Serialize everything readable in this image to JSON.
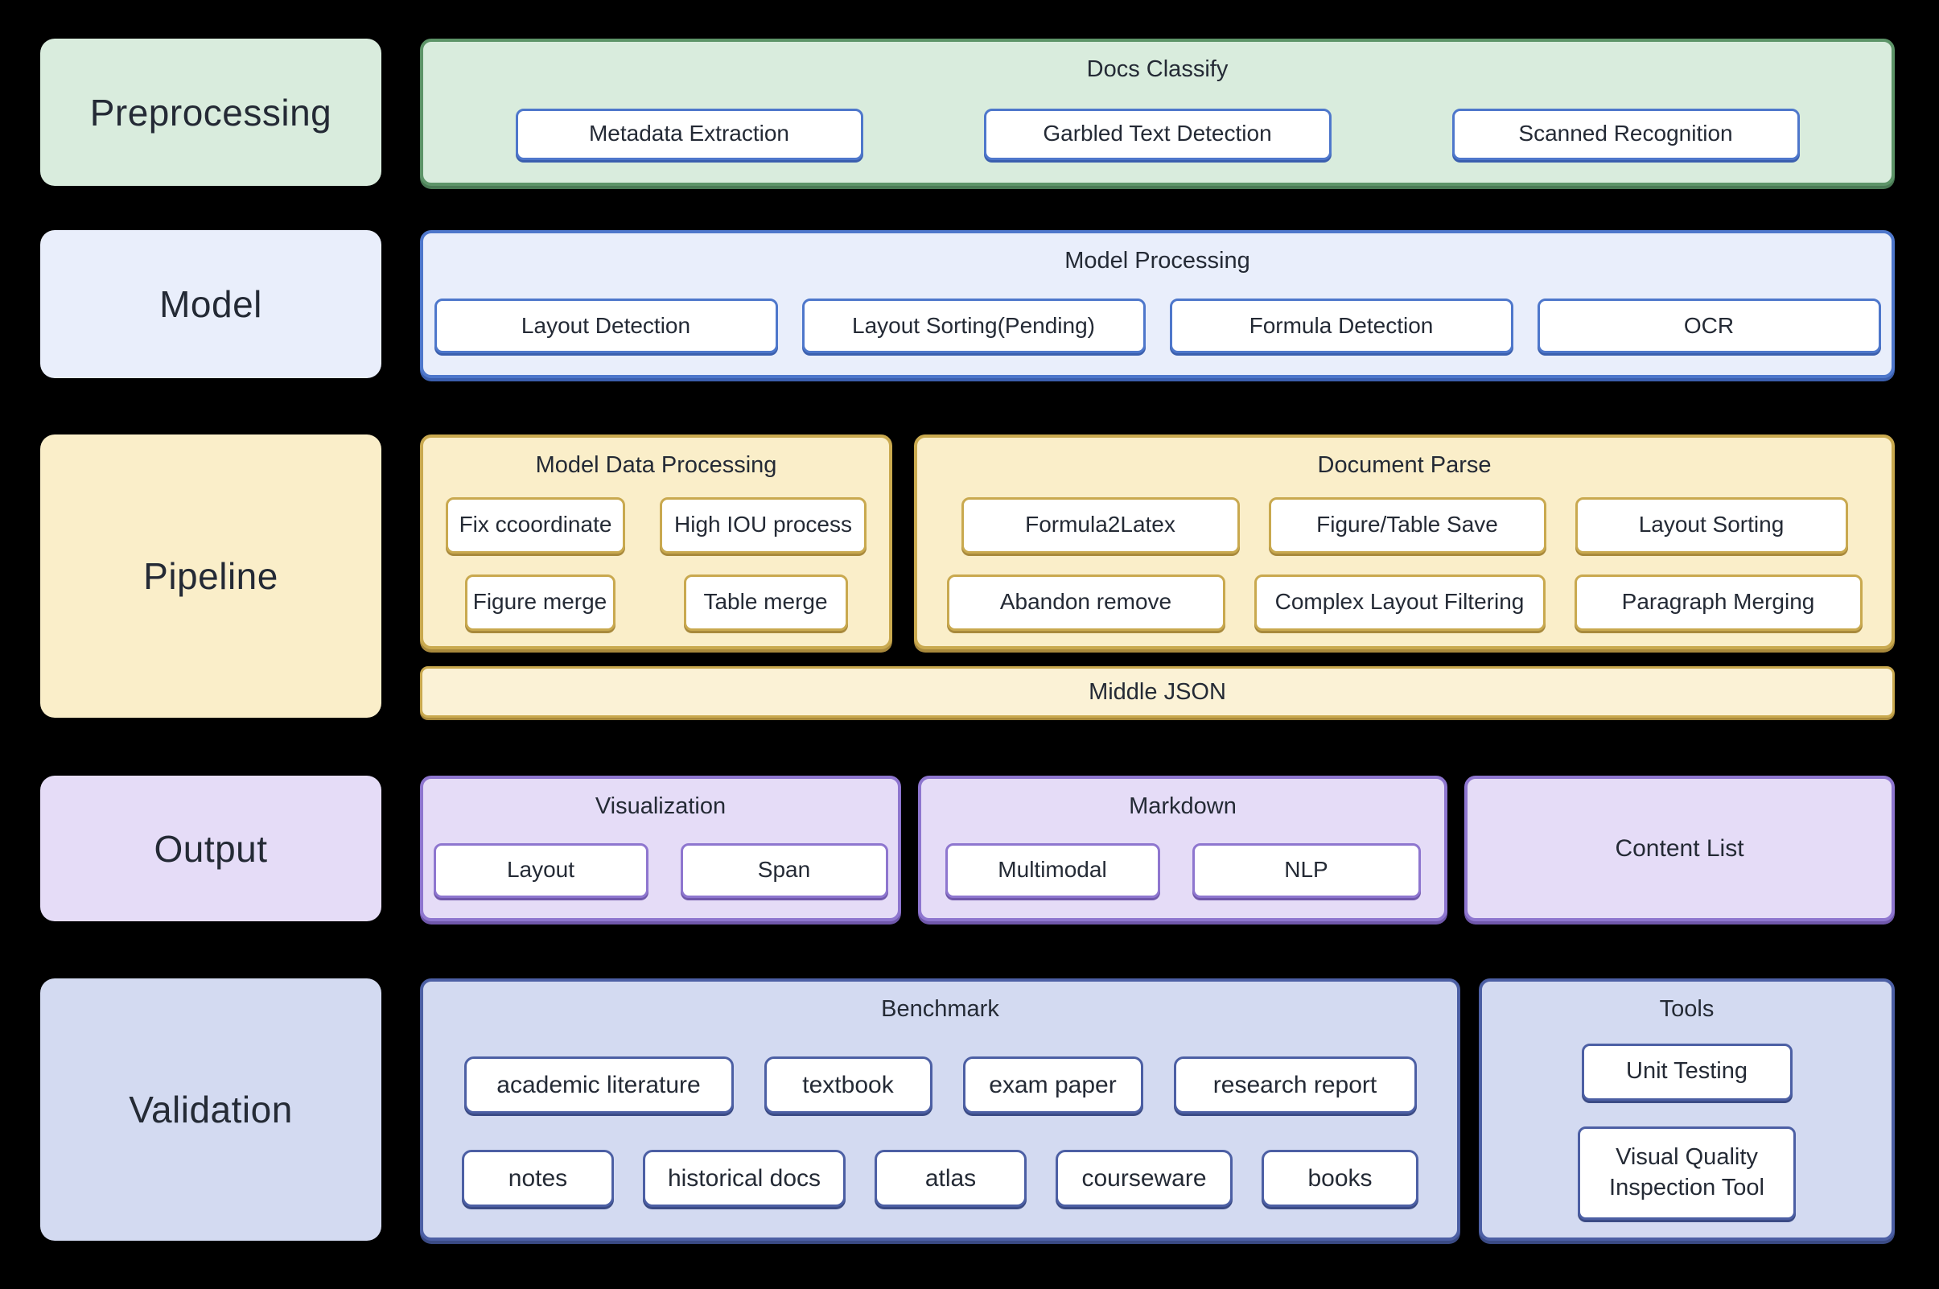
{
  "colors": {
    "background": "#000000",
    "text": "#242a35",
    "green_border": "#5d9468",
    "green_fill": "#d9ecdd",
    "blue_border": "#4e77cb",
    "blue_fill": "#e9eefb",
    "yellow_border": "#c9a94f",
    "yellow_fill": "#faeec9",
    "yellow_fill_light": "#fbf2d6",
    "purple_border": "#8e76cf",
    "purple_fill": "#e5dcf7",
    "indigo_border": "#4c5fa4",
    "indigo_fill": "#d3daf1",
    "node_fill": "#ffffff"
  },
  "stage_labels": {
    "preprocessing": "Preprocessing",
    "model": "Model",
    "pipeline": "Pipeline",
    "output": "Output",
    "validation": "Validation"
  },
  "docs_classify": {
    "title": "Docs Classify",
    "buttons": [
      "Metadata Extraction",
      "Garbled Text Detection",
      "Scanned Recognition"
    ]
  },
  "model_processing": {
    "title": "Model Processing",
    "buttons": [
      "Layout Detection",
      "Layout Sorting(Pending)",
      "Formula Detection",
      "OCR"
    ]
  },
  "model_data_processing": {
    "title": "Model Data Processing",
    "rows": [
      [
        "Fix ccoordinate",
        "High IOU process"
      ],
      [
        "Figure merge",
        "Table merge"
      ]
    ]
  },
  "document_parse": {
    "title": "Document Parse",
    "rows": [
      [
        "Formula2Latex",
        "Figure/Table Save",
        "Layout Sorting"
      ],
      [
        "Abandon remove",
        "Complex Layout Filtering",
        "Paragraph Merging"
      ]
    ]
  },
  "middle_json": {
    "label": "Middle JSON"
  },
  "visualization": {
    "title": "Visualization",
    "buttons": [
      "Layout",
      "Span"
    ]
  },
  "markdown": {
    "title": "Markdown",
    "buttons": [
      "Multimodal",
      "NLP"
    ]
  },
  "content_list": {
    "title": "Content List"
  },
  "benchmark": {
    "title": "Benchmark",
    "rows": [
      [
        "academic literature",
        "textbook",
        "exam paper",
        "research report"
      ],
      [
        "notes",
        "historical docs",
        "atlas",
        "courseware",
        "books"
      ]
    ]
  },
  "tools": {
    "title": "Tools",
    "buttons": [
      "Unit Testing",
      "Visual Quality Inspection Tool"
    ]
  }
}
